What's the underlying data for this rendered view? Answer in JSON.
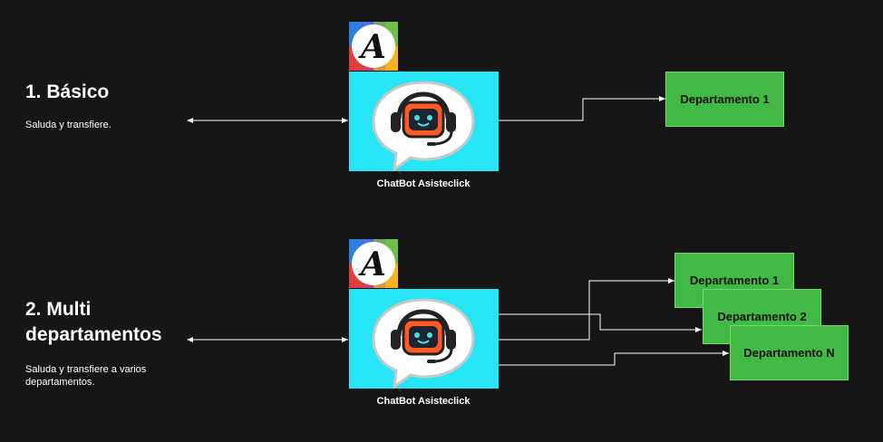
{
  "section1": {
    "title": "1. Básico",
    "description": "Saluda y transfiere.",
    "bot_label": "ChatBot Asisteclick",
    "departments": [
      "Departamento 1"
    ]
  },
  "section2": {
    "title_line1": "2. Multi",
    "title_line2": "departamentos",
    "description_line1": "Saluda y transfiere a varios",
    "description_line2": "departamentos.",
    "bot_label": "ChatBot Asisteclick",
    "departments": [
      "Departamento 1",
      "Departamento 2",
      "Departamento N"
    ]
  },
  "logo_letter": "A",
  "colors": {
    "background": "#161616",
    "bot_bg": "#25e5f6",
    "robot_orange": "#ff5a23",
    "department_green": "#42b845",
    "department_border": "#6fdc6f"
  },
  "icons": [
    "asisteclick-logo-icon",
    "chatbot-robot-icon"
  ]
}
